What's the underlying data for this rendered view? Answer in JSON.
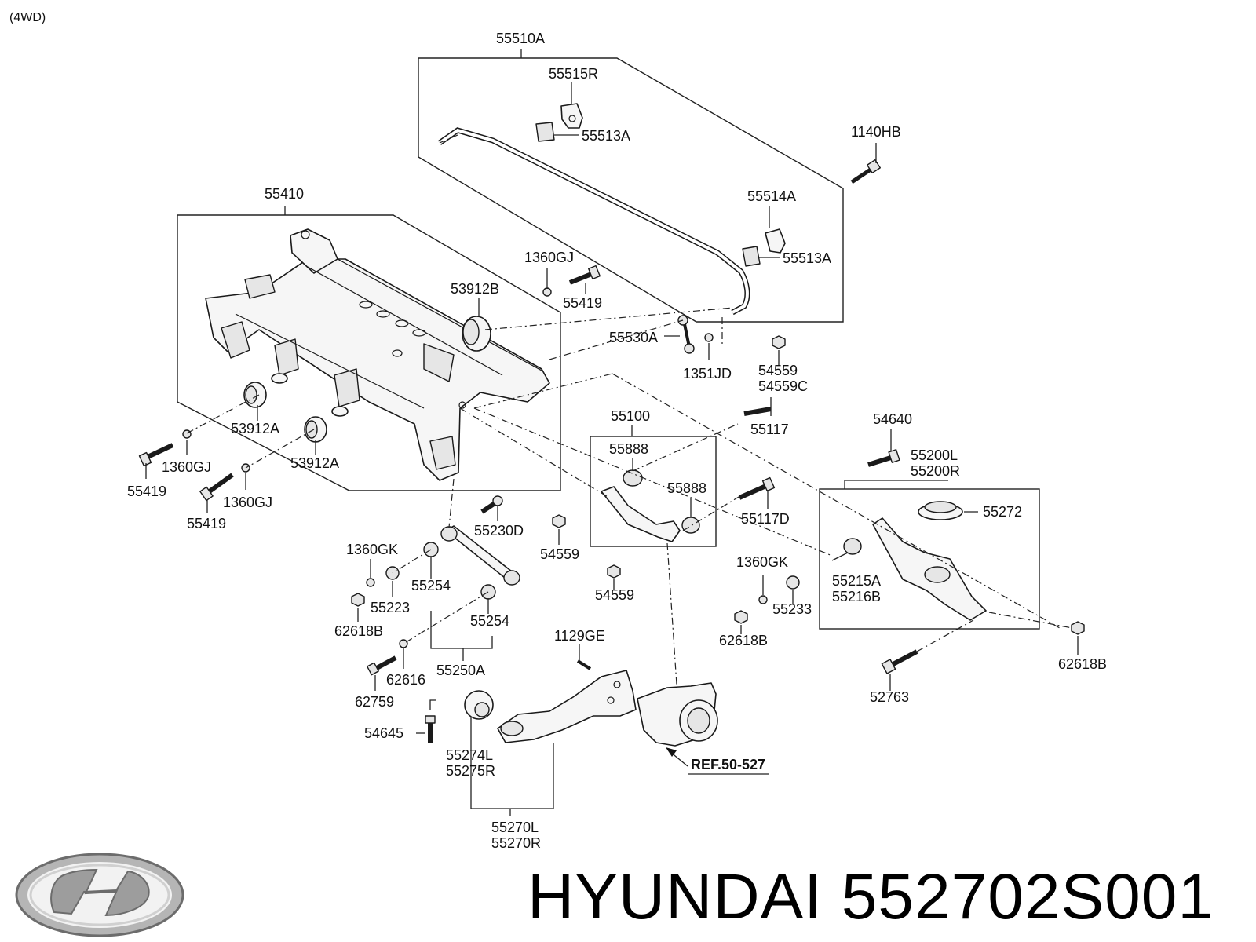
{
  "variant_label": "(4WD)",
  "brand": "HYUNDAI 552702S001",
  "logo_icon": "hyundai-logo",
  "ref_label": "REF.50-527",
  "parts": {
    "p55510A": "55510A",
    "p55515R": "55515R",
    "p55513A_1": "55513A",
    "p1140HB": "1140HB",
    "p55514A": "55514A",
    "p55513A_2": "55513A",
    "p55410": "55410",
    "p1360GJ_1": "1360GJ",
    "p55419_1": "55419",
    "p53912B": "53912B",
    "p55530A": "55530A",
    "p1351JD": "1351JD",
    "p54559_1": "54559",
    "p54559C": "54559C",
    "p53912A_1": "53912A",
    "p1360GJ_2": "1360GJ",
    "p55419_2": "55419",
    "p53912A_2": "53912A",
    "p1360GJ_3": "1360GJ",
    "p55419_3": "55419",
    "p55117": "55117",
    "p55100": "55100",
    "p55888_1": "55888",
    "p55888_2": "55888",
    "p55117D": "55117D",
    "p54640": "54640",
    "p55200L": "55200L",
    "p55200R": "55200R",
    "p55272": "55272",
    "p55230D": "55230D",
    "p1360GK_1": "1360GK",
    "p54559_2": "54559",
    "p54559_3": "54559",
    "p55254_1": "55254",
    "p55223": "55223",
    "p62618B_1": "62618B",
    "p55254_2": "55254",
    "p1360GK_2": "1360GK",
    "p55215A": "55215A",
    "p55216B": "55216B",
    "p55233": "55233",
    "p62618B_2": "62618B",
    "p62618B_3": "62618B",
    "p1129GE": "1129GE",
    "p55250A": "55250A",
    "p62616": "62616",
    "p62759": "62759",
    "p52763": "52763",
    "p54645": "54645",
    "p55274L": "55274L",
    "p55275R": "55275R",
    "p55270L": "55270L",
    "p55270R": "55270R"
  }
}
